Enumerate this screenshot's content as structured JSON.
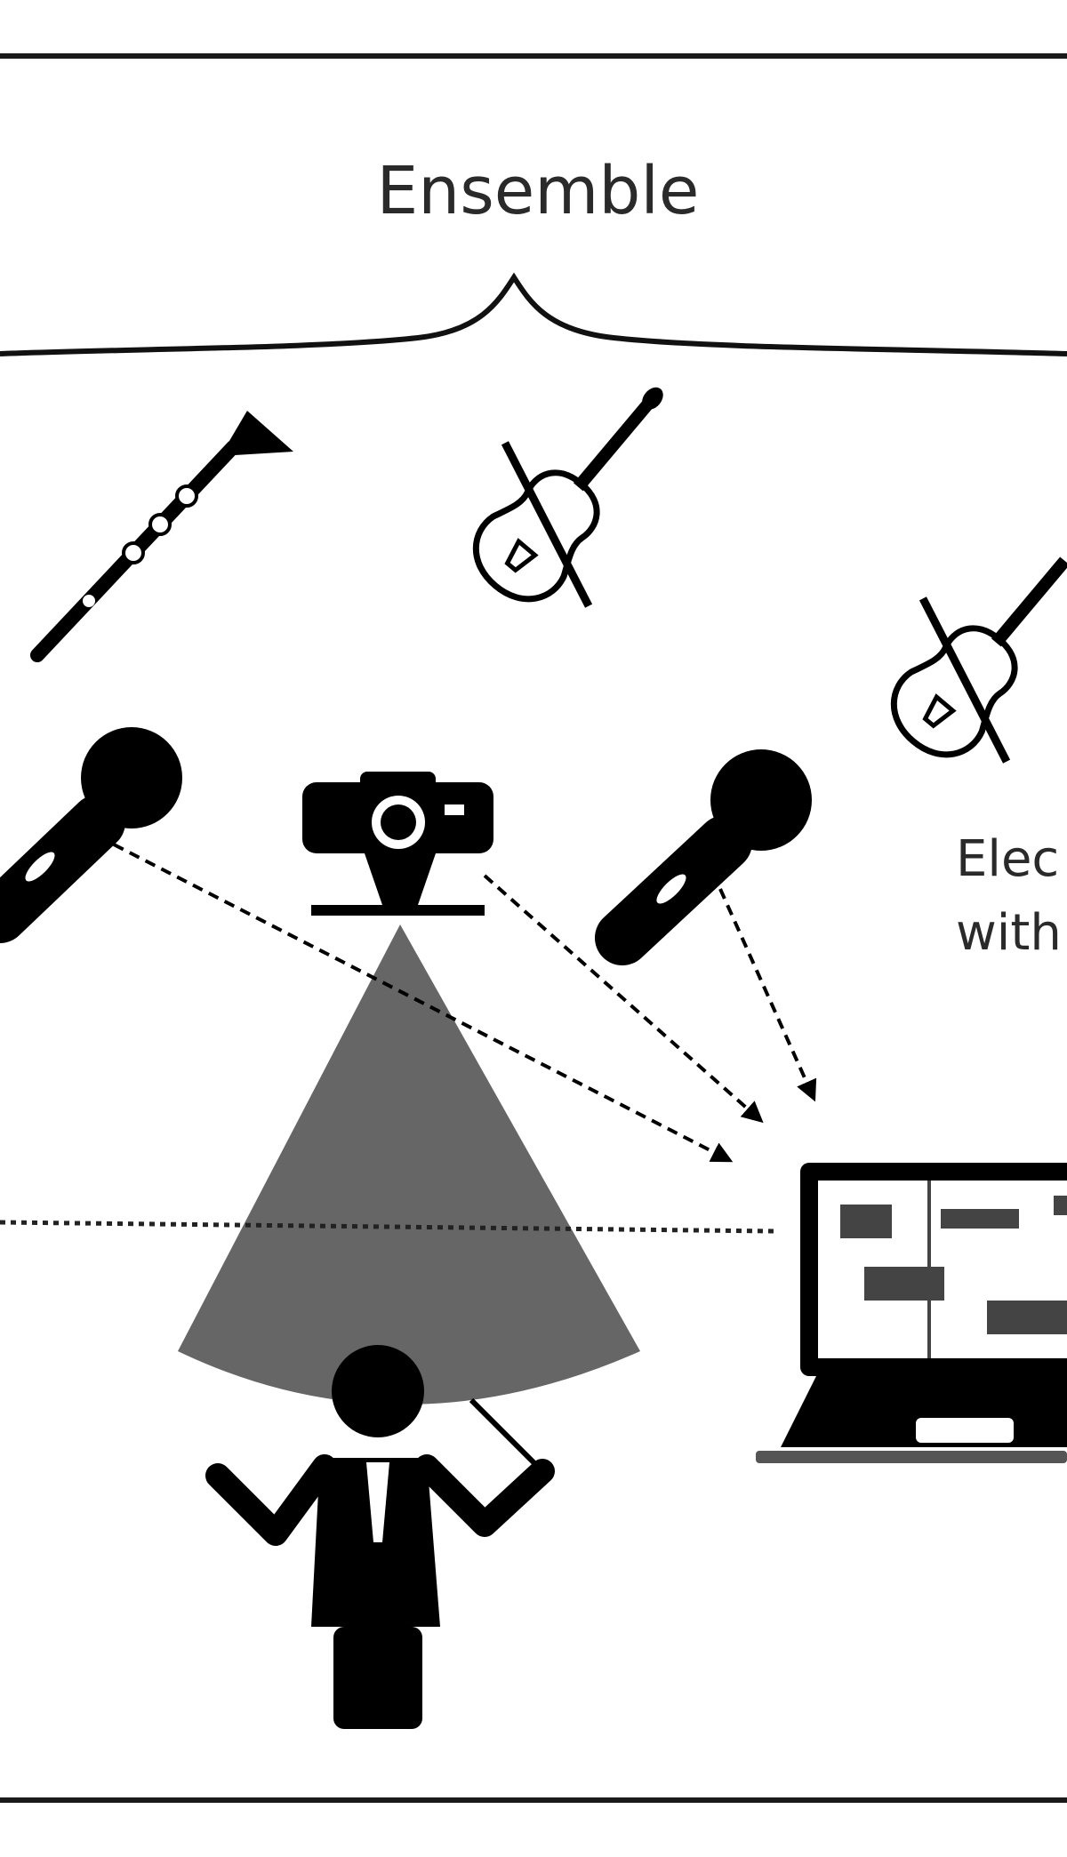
{
  "diagram": {
    "title": "Ensemble",
    "side_label_line1": "Elec",
    "side_label_line2": "with"
  },
  "icons": {
    "clarinet": "clarinet-icon",
    "violin": "violin-icon",
    "microphone": "microphone-icon",
    "camera": "camera-icon",
    "laptop": "laptop-icon",
    "conductor": "conductor-icon"
  },
  "colors": {
    "ink": "#000000",
    "cone": "#666666",
    "frame": "#1a1a1a"
  }
}
